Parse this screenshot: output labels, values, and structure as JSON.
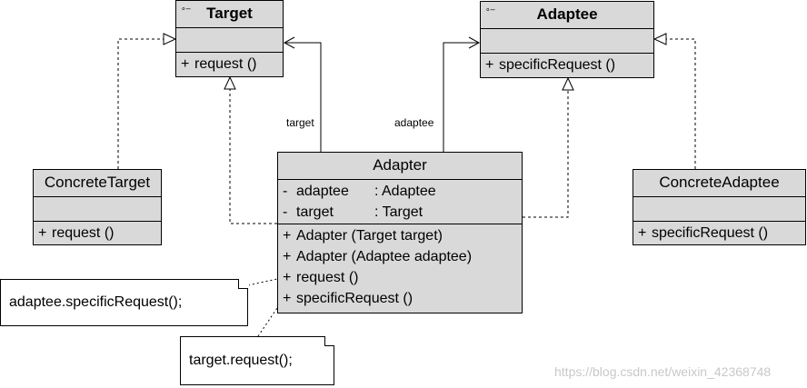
{
  "classes": {
    "target": {
      "name": "Target",
      "stereotype_icon": "interface-icon",
      "operations": [
        {
          "vis": "+",
          "text": "request ()"
        }
      ]
    },
    "adaptee": {
      "name": "Adaptee",
      "stereotype_icon": "interface-icon",
      "operations": [
        {
          "vis": "+",
          "text": "specificRequest ()"
        }
      ]
    },
    "concrete_target": {
      "name": "ConcreteTarget",
      "operations": [
        {
          "vis": "+",
          "text": "request ()"
        }
      ]
    },
    "concrete_adaptee": {
      "name": "ConcreteAdaptee",
      "operations": [
        {
          "vis": "+",
          "text": "specificRequest ()"
        }
      ]
    },
    "adapter": {
      "name": "Adapter",
      "attributes": [
        {
          "vis": "-",
          "name": "adaptee",
          "type": ": Adaptee"
        },
        {
          "vis": "-",
          "name": "target",
          "type": ": Target"
        }
      ],
      "operations": [
        {
          "vis": "+",
          "text": "Adapter (Target target)"
        },
        {
          "vis": "+",
          "text": "Adapter (Adaptee adaptee)"
        },
        {
          "vis": "+",
          "text": "request ()"
        },
        {
          "vis": "+",
          "text": "specificRequest ()"
        }
      ]
    }
  },
  "notes": {
    "adaptee_call": "adaptee.specificRequest();",
    "target_call": "target.request();"
  },
  "associations": {
    "target_label": "target",
    "adaptee_label": "adaptee"
  },
  "watermark": "https://blog.csdn.net/weixin_42368748",
  "colors": {
    "class_fill": "#d9d9d9",
    "line": "#000000",
    "watermark": "#c8c8c8"
  }
}
